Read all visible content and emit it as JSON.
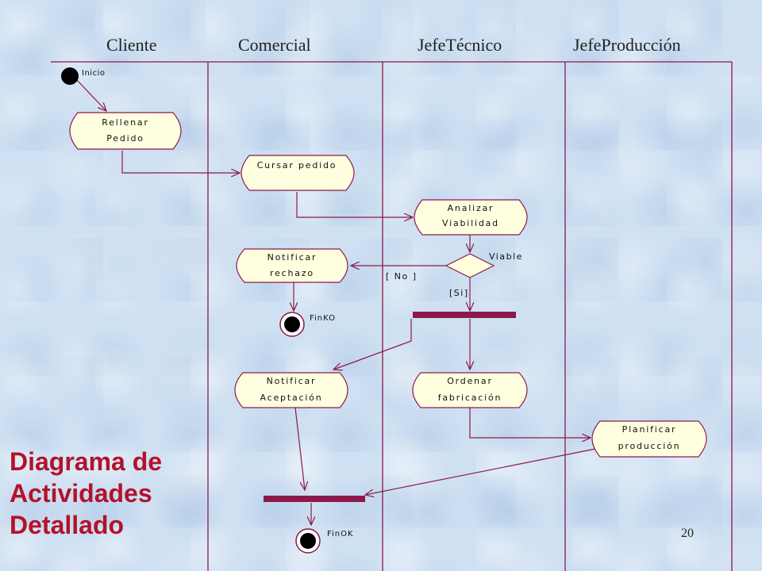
{
  "lanes": [
    "Cliente",
    "Comercial",
    "JefeTécnico",
    "JefeProducción"
  ],
  "nodes": {
    "inicio": "Inicio",
    "rellenar_1": "Rellenar",
    "rellenar_2": "Pedido",
    "cursar": "Cursar pedido",
    "analizar_1": "Analizar",
    "analizar_2": "Viabilidad",
    "viable": "Viable",
    "notificar_rechazo_1": "Notificar",
    "notificar_rechazo_2": "rechazo",
    "guard_no": "[ No ]",
    "guard_si": "[Si]",
    "fin_ko": "FinKO",
    "notificar_acept_1": "Notificar",
    "notificar_acept_2": "Aceptación",
    "ordenar_1": "Ordenar",
    "ordenar_2": "fabricación",
    "planificar_1": "Planificar",
    "planificar_2": "producción",
    "fin_ok": "FinOK"
  },
  "title_lines": [
    "Diagrama de",
    "Actividades",
    "Detallado"
  ],
  "page_number": "20",
  "colors": {
    "line": "#8b1a4a",
    "node_fill": "#ffffe0",
    "title": "#b3122a"
  }
}
